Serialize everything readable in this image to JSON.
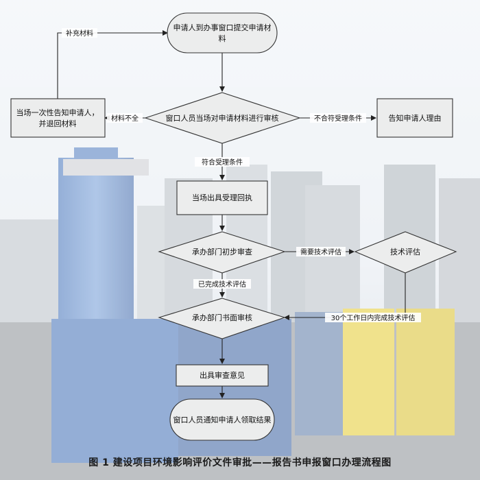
{
  "flowchart": {
    "nodes": {
      "submit": [
        "申请人到办事窗口提交申请材",
        "料"
      ],
      "review": "窗口人员当场对申请材料进行审核",
      "notify_return": [
        "当场一次性告知申请人，",
        "并退回材料"
      ],
      "notify_reason": "告知申请人理由",
      "receipt": "当场出具受理回执",
      "initial_review": "承办部门初步审查",
      "tech_eval": "技术评估",
      "written_review": "承办部门书面审核",
      "opinion": "出具审查意见",
      "result": "窗口人员通知申请人领取结果"
    },
    "edge_labels": {
      "supplement": "补充材料",
      "incomplete": "材料不全",
      "not_qualified": "不合符受理条件",
      "qualified": "符合受理条件",
      "need_tech": "需要技术评估",
      "tech_done": "已完成技术评估",
      "within_30": "30个工作日内完成技术评估"
    }
  },
  "caption": "图 1  建设项目环境影响评价文件审批——报告书申报窗口办理流程图",
  "colors": {
    "sky": "#e9eef4",
    "node_fill": "#eceded",
    "node_stroke": "#333333",
    "arrow": "#222222",
    "label_bg": "#ffffff"
  }
}
